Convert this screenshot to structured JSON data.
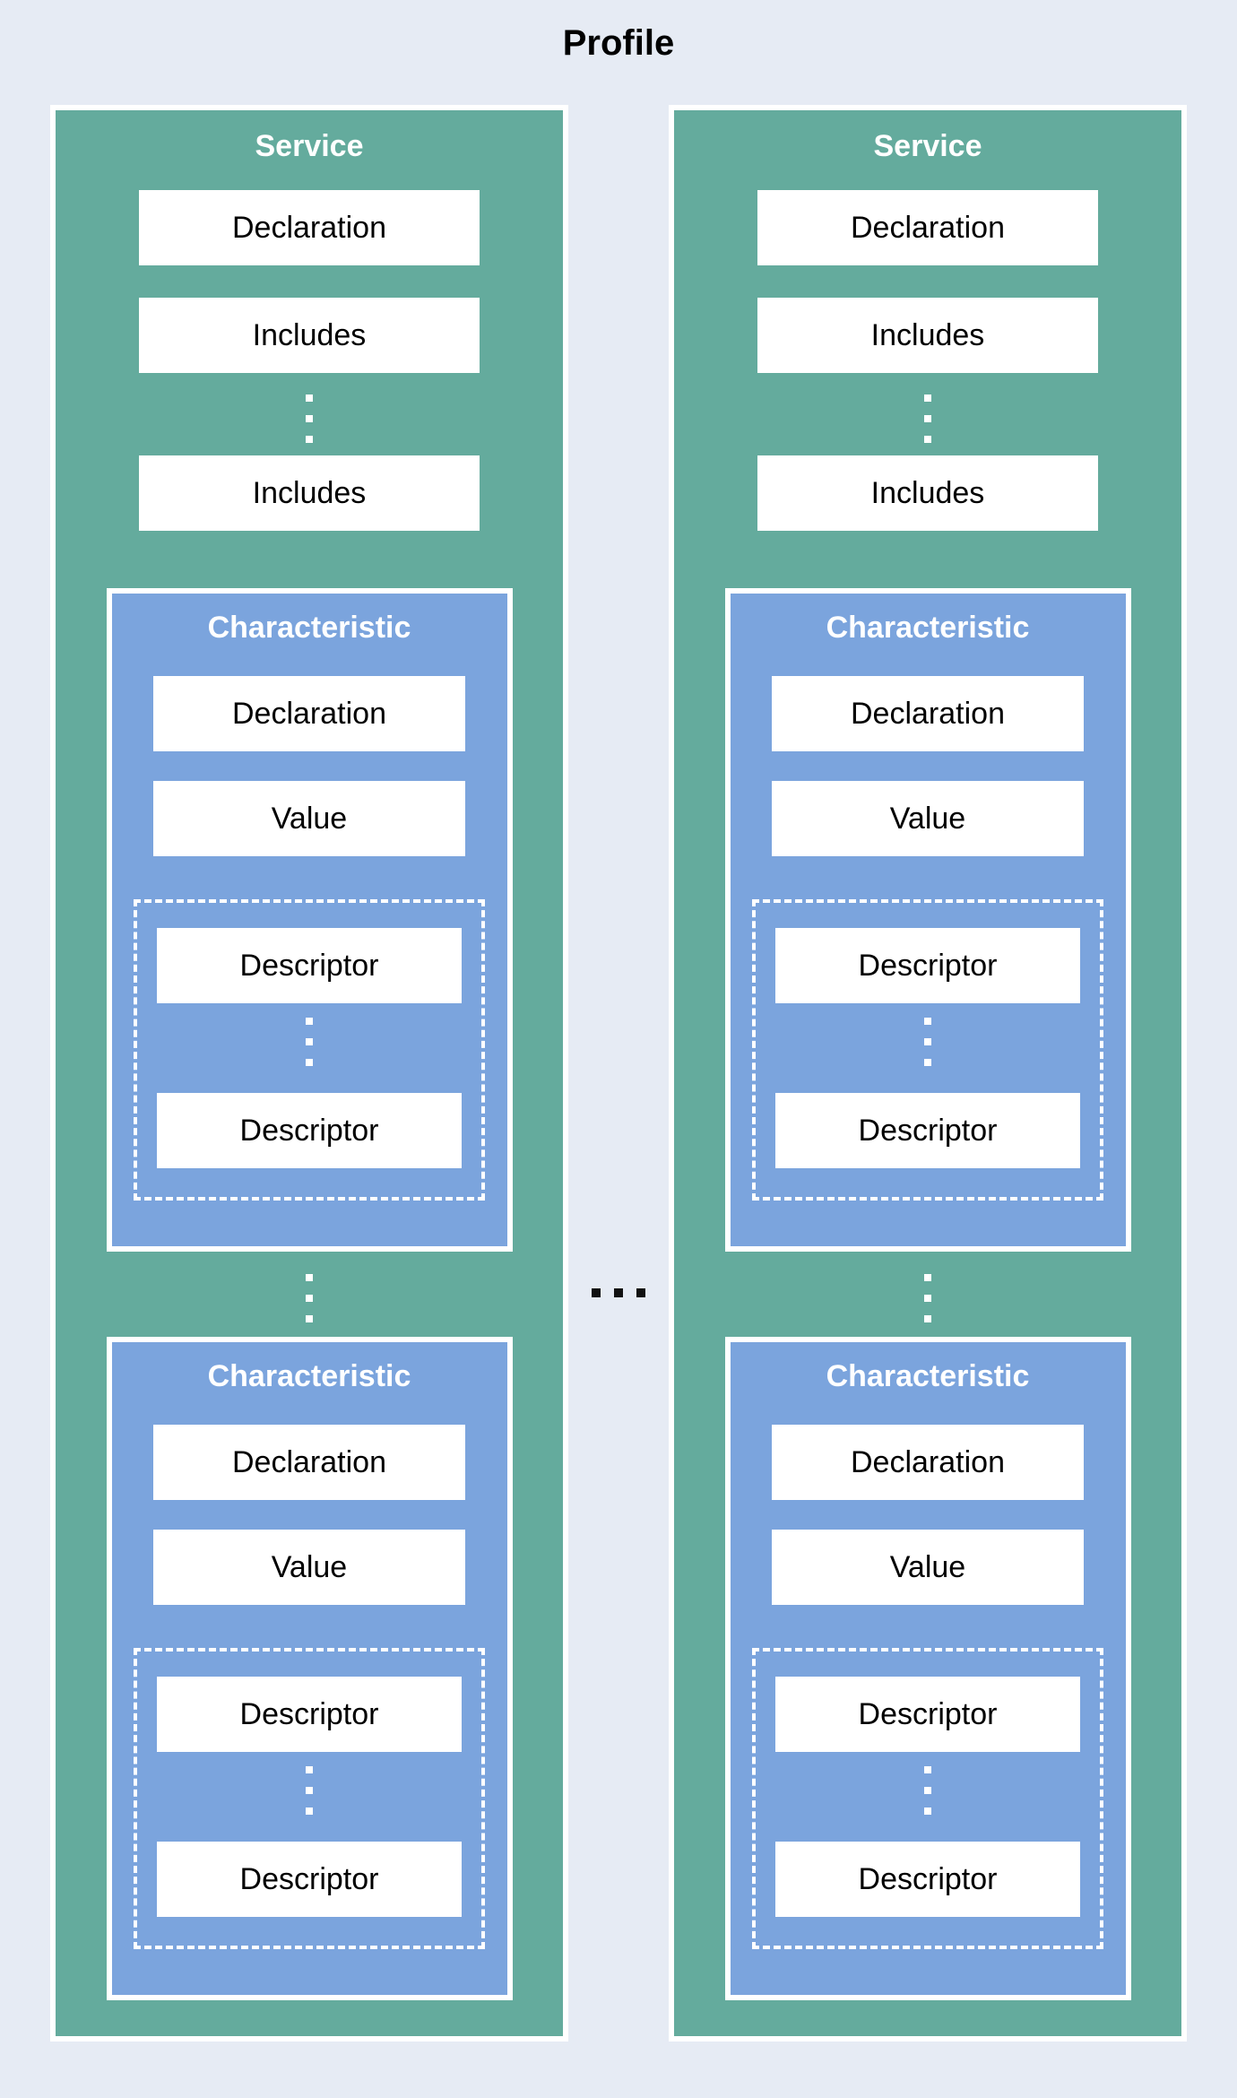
{
  "title": "Profile",
  "colors": {
    "background": "#E6EBF4",
    "service_fill": "#64AB9D",
    "characteristic_fill": "#7BA4DD",
    "box_fill": "#FFFFFF",
    "label_text": "#000000",
    "heading_text": "#FFFFFF",
    "ellipsis_dark": "#111111"
  },
  "icons": {
    "vertical_ellipsis": "vertical-dots",
    "horizontal_ellipsis": "horizontal-dots"
  },
  "services": [
    {
      "title": "Service",
      "declaration": "Declaration",
      "includes_first": "Includes",
      "includes_last": "Includes",
      "characteristics": [
        {
          "title": "Characteristic",
          "declaration": "Declaration",
          "value": "Value",
          "descriptor_first": "Descriptor",
          "descriptor_last": "Descriptor"
        },
        {
          "title": "Characteristic",
          "declaration": "Declaration",
          "value": "Value",
          "descriptor_first": "Descriptor",
          "descriptor_last": "Descriptor"
        }
      ]
    },
    {
      "title": "Service",
      "declaration": "Declaration",
      "includes_first": "Includes",
      "includes_last": "Includes",
      "characteristics": [
        {
          "title": "Characteristic",
          "declaration": "Declaration",
          "value": "Value",
          "descriptor_first": "Descriptor",
          "descriptor_last": "Descriptor"
        },
        {
          "title": "Characteristic",
          "declaration": "Declaration",
          "value": "Value",
          "descriptor_first": "Descriptor",
          "descriptor_last": "Descriptor"
        }
      ]
    }
  ]
}
